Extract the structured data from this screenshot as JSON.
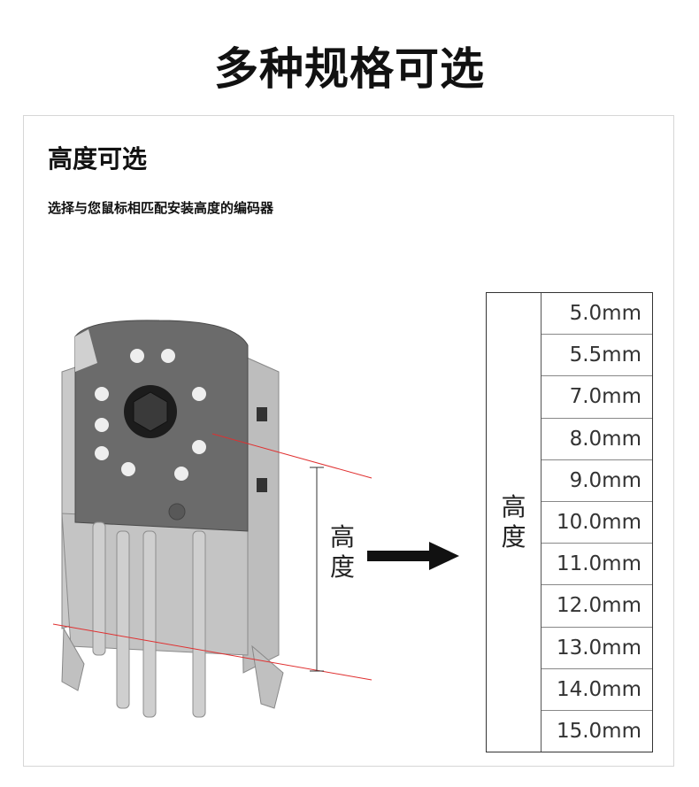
{
  "header": {
    "title": "多种规格可选"
  },
  "panel": {
    "title": "高度可选",
    "subtitle": "选择与您鼠标相匹配安装高度的编码器",
    "dimension_label": "高度"
  },
  "spec_table": {
    "label": "高度",
    "rows": [
      "5.0mm",
      "5.5mm",
      "7.0mm",
      "8.0mm",
      "9.0mm",
      "10.0mm",
      "11.0mm",
      "12.0mm",
      "13.0mm",
      "14.0mm",
      "15.0mm"
    ]
  },
  "colors": {
    "guide_line": "#e03030",
    "table_border": "#333333",
    "metal": "#b8b8b8",
    "body": "#6a6a6a"
  }
}
